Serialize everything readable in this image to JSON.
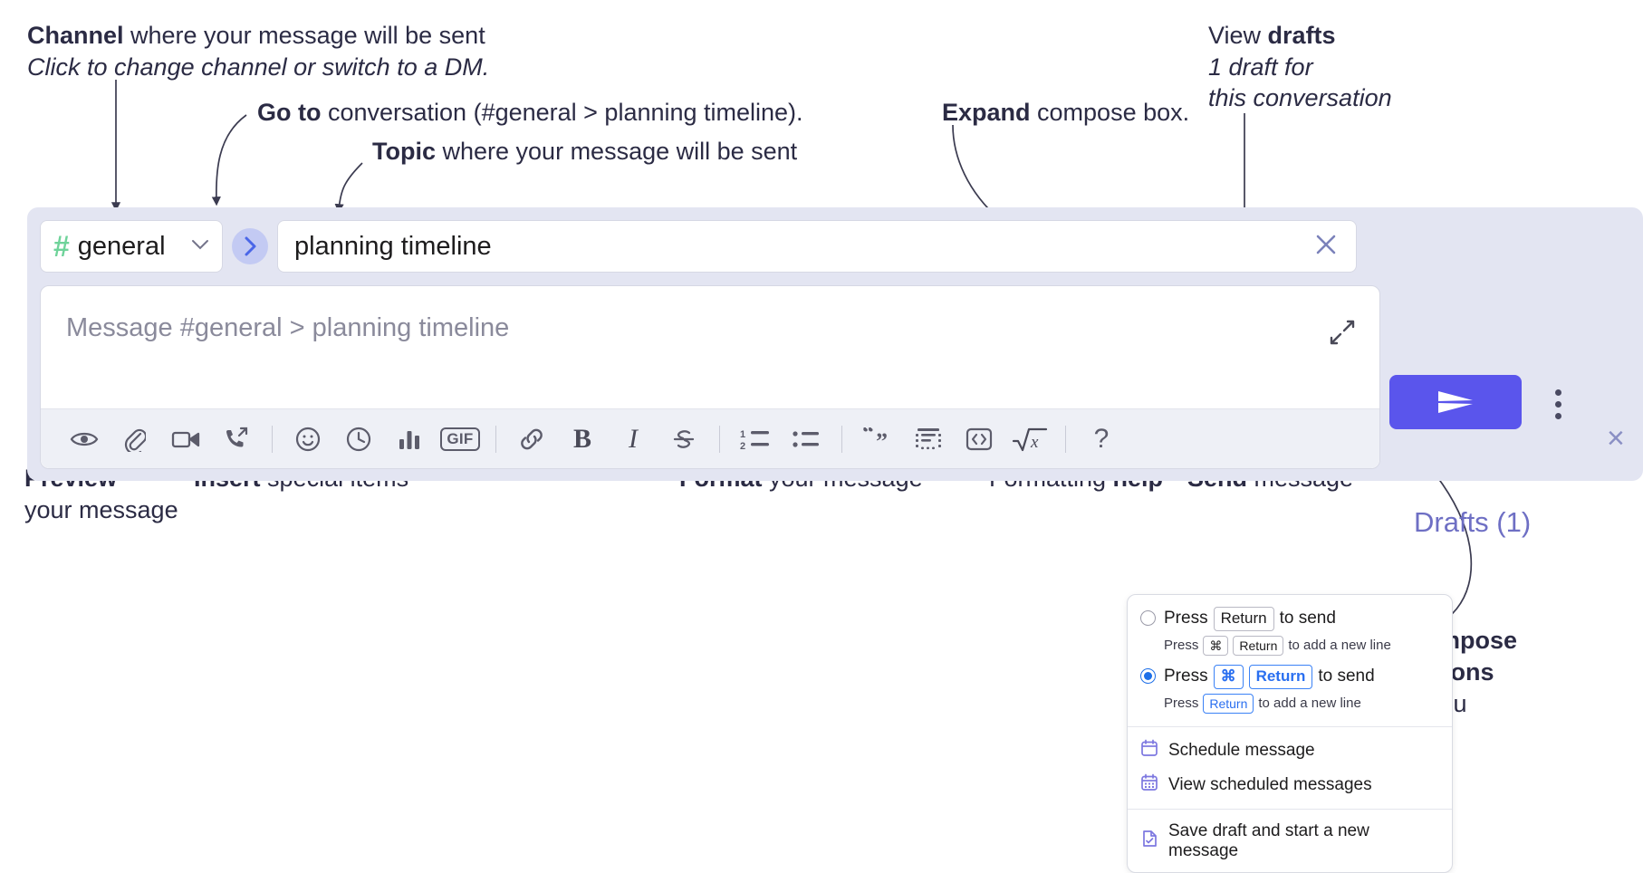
{
  "annotations": {
    "channel_bold": "Channel",
    "channel_rest": " where your message will be sent",
    "channel_sub": "Click to change channel or switch to a DM.",
    "goto_bold": "Go to",
    "goto_rest": " conversation (#general > planning timeline).",
    "topic_bold": "Topic",
    "topic_rest": " where your message will be sent",
    "expand_bold": "Expand",
    "expand_rest": " compose box.",
    "drafts_bold_pre": "View ",
    "drafts_bold": "drafts",
    "drafts_sub_1": "1 draft for",
    "drafts_sub_2": "this conversation",
    "preview_bold": "Preview",
    "preview_rest": "your message",
    "insert_bold": "Insert",
    "insert_rest": " special items",
    "format_bold": "Format",
    "format_rest": " your message",
    "help_pre": "Formatting ",
    "help_bold": "help",
    "send_bold": "Send",
    "send_rest": " message",
    "compose_bold_1": "Compose",
    "compose_bold_2": "options",
    "compose_rest": "menu"
  },
  "compose": {
    "channel": {
      "hash": "#",
      "name": "general",
      "chevron": "chevron-down"
    },
    "goto_button_label": "›",
    "topic": {
      "value": "planning timeline",
      "clear_label": "×"
    },
    "message": {
      "placeholder": "Message #general > planning timeline"
    },
    "drafts_label": "Drafts (1)",
    "panel_close_label": "×",
    "send_button_label": "send-arrow",
    "options_button_label": "kebab-menu",
    "toolbar": [
      {
        "name": "preview-icon",
        "label": "Preview"
      },
      {
        "name": "attachment-icon",
        "label": "Attach file"
      },
      {
        "name": "video-icon",
        "label": "Record video clip"
      },
      {
        "name": "call-icon",
        "label": "Start a call"
      },
      {
        "name": "divider-1",
        "label": ""
      },
      {
        "name": "emoji-icon",
        "label": "Emoji"
      },
      {
        "name": "schedule-icon",
        "label": "Schedule"
      },
      {
        "name": "poll-icon",
        "label": "Poll"
      },
      {
        "name": "gif-icon",
        "label": "GIF"
      },
      {
        "name": "divider-2",
        "label": ""
      },
      {
        "name": "link-icon",
        "label": "Link"
      },
      {
        "name": "bold-icon",
        "label": "B"
      },
      {
        "name": "italic-icon",
        "label": "I"
      },
      {
        "name": "strikethrough-icon",
        "label": "Strikethrough"
      },
      {
        "name": "divider-3",
        "label": ""
      },
      {
        "name": "ordered-list-icon",
        "label": "Ordered list"
      },
      {
        "name": "bulleted-list-icon",
        "label": "Bulleted list"
      },
      {
        "name": "divider-4",
        "label": ""
      },
      {
        "name": "blockquote-icon",
        "label": "Blockquote"
      },
      {
        "name": "code-block-icon",
        "label": "Code block"
      },
      {
        "name": "inline-code-icon",
        "label": "Code"
      },
      {
        "name": "math-icon",
        "label": "Math"
      },
      {
        "name": "divider-5",
        "label": ""
      },
      {
        "name": "help-icon",
        "label": "?"
      }
    ]
  },
  "menu": {
    "option_1": {
      "pre": "Press",
      "key": "Return",
      "post": "to send",
      "sub_pre": "Press",
      "sub_key_1": "⌘",
      "sub_key_2": "Return",
      "sub_post": "to add a new line",
      "selected": false
    },
    "option_2": {
      "pre": "Press",
      "key_1": "⌘",
      "key_2": "Return",
      "post": "to send",
      "sub_pre": "Press",
      "sub_key": "Return",
      "sub_post": "to add a new line",
      "selected": true
    },
    "items": [
      {
        "icon": "calendar-icon",
        "label": "Schedule message"
      },
      {
        "icon": "calendar-grid-icon",
        "label": "View scheduled messages"
      },
      {
        "icon": "save-draft-icon",
        "label": "Save draft and start a new message"
      }
    ]
  },
  "colors": {
    "panel_bg": "#e3e5f2",
    "send_button": "#5a55ec",
    "hash_green": "#6fd39a",
    "goto_blue": "#4a66e8",
    "drafts_purple": "#6e6fc4",
    "menu_icon_purple": "#7c77e0",
    "key_blue": "#2a6ff0"
  }
}
